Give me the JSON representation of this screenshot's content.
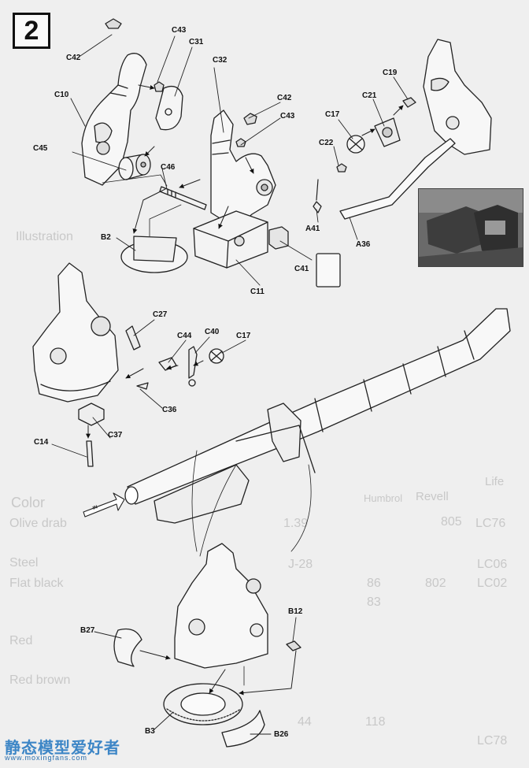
{
  "step": {
    "number": "2"
  },
  "parts": {
    "c42_a": "C42",
    "c43_a": "C43",
    "c31": "C31",
    "c32": "C32",
    "c10": "C10",
    "c45": "C45",
    "c46": "C46",
    "c42_b": "C42",
    "c43_b": "C43",
    "c19": "C19",
    "c21": "C21",
    "c17_a": "C17",
    "c22": "C22",
    "b2": "B2",
    "c11": "C11",
    "c41": "C41",
    "a41": "A41",
    "a36": "A36",
    "c27": "C27",
    "c44": "C44",
    "c40": "C40",
    "c17_b": "C17",
    "c36": "C36",
    "c37": "C37",
    "c14": "C14",
    "b12": "B12",
    "b27": "B27",
    "b3": "B3",
    "b26": "B26"
  },
  "arrow_label": "IN",
  "footer": {
    "brand": "静态模型爱好者",
    "site": "www.moxingfans.com"
  },
  "bleed_through": {
    "illustration": "Illustration",
    "color": "Color",
    "olive": "Olive drab",
    "steel": "Steel",
    "flat_black": "Flat black",
    "red": "Red",
    "brown": "Red brown",
    "humbrol": "Humbrol",
    "revell": "Revell",
    "life": "Life",
    "codes": [
      "1.39",
      "J-28",
      "805",
      "802",
      "LC06",
      "LC02",
      "LC76",
      "86",
      "83",
      "118",
      "44",
      "LC78"
    ]
  }
}
